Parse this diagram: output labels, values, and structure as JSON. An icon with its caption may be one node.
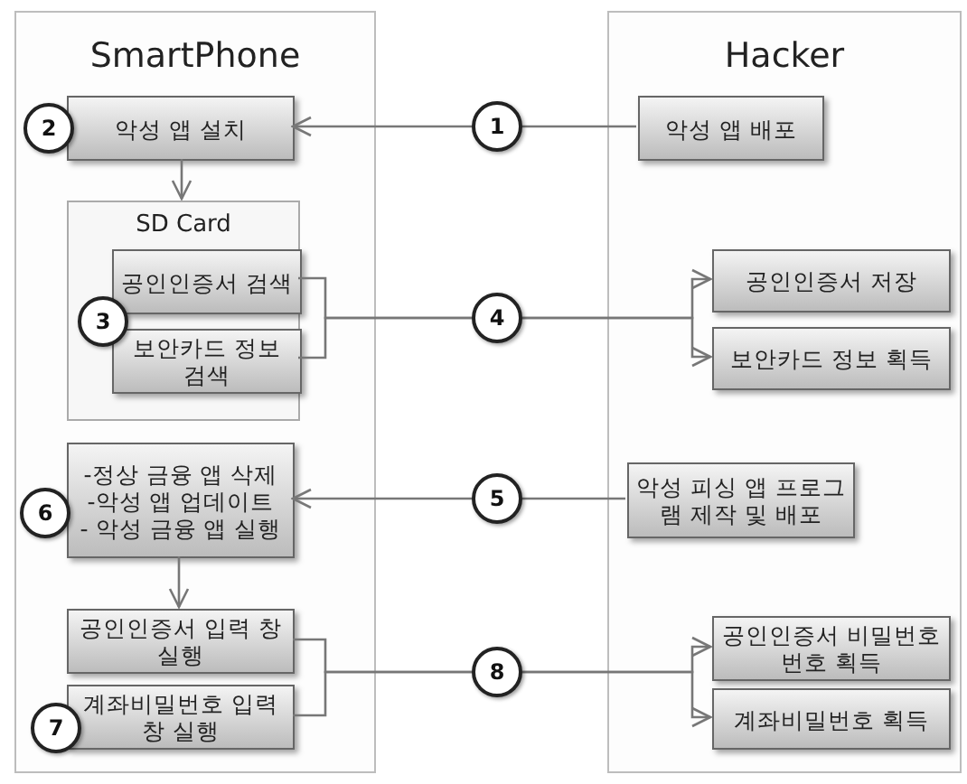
{
  "diagram": {
    "nodes": [
      {
        "text": [
          "SmartPhone"
        ]
      },
      {
        "text": [
          "Hacker"
        ]
      },
      {
        "text": [
          "2"
        ],
        "in": 0
      },
      {
        "text": [
          "악성 앱 설치"
        ],
        "in": 0
      },
      {
        "text": [
          "1"
        ]
      },
      {
        "text": [
          "악성 앱 배포"
        ],
        "in": 1
      },
      {
        "text": [
          "SD Card"
        ],
        "in": 0
      },
      {
        "text": [
          "공인인증서 검색"
        ],
        "in": 6
      },
      {
        "text": [
          "3"
        ],
        "in": 6
      },
      {
        "text": [
          "보안카드 정보 검색"
        ],
        "in": 6
      },
      {
        "text": [
          "4"
        ]
      },
      {
        "text": [
          "공인인증서 저장"
        ],
        "in": 1
      },
      {
        "text": [
          "보안카드 정보 획득"
        ],
        "in": 1
      },
      {
        "text": [
          "6"
        ],
        "in": 0
      },
      {
        "text": [
          "-정상 금융 앱 삭제",
          "-악성 앱 업데이트",
          "- 악성 금융 앱 실행"
        ],
        "in": 0
      },
      {
        "text": [
          "5"
        ]
      },
      {
        "text": [
          "악성 피싱 앱 프로그램 제작 및 배포"
        ],
        "in": 1
      },
      {
        "text": [
          "공인인증서 입력 창 실행"
        ],
        "in": 0
      },
      {
        "text": [
          "7"
        ],
        "in": 0
      },
      {
        "text": [
          "계좌비밀번호 입력 창 실행"
        ],
        "in": 0
      },
      {
        "text": [
          "8"
        ]
      },
      {
        "text": [
          "공인인증서 비밀번호번호 획득"
        ],
        "in": 1
      },
      {
        "text": [
          "계좌비밀번호 획득"
        ],
        "in": 1
      }
    ],
    "edges": [
      {
        "from": 4,
        "to": 3,
        "arrow": "to"
      },
      {
        "from": 5,
        "to": 4,
        "arrow": "none"
      },
      {
        "from": 3,
        "to": 6,
        "arrow": "to"
      },
      {
        "from": 7,
        "to": 10,
        "arrow": "none"
      },
      {
        "from": 9,
        "to": 10,
        "arrow": "none"
      },
      {
        "from": 10,
        "to": 11,
        "arrow": "to"
      },
      {
        "from": 10,
        "to": 12,
        "arrow": "to"
      },
      {
        "from": 15,
        "to": 14,
        "arrow": "to"
      },
      {
        "from": 16,
        "to": 15,
        "arrow": "none"
      },
      {
        "from": 14,
        "to": 17,
        "arrow": "to"
      },
      {
        "from": 17,
        "to": 20,
        "arrow": "none"
      },
      {
        "from": 19,
        "to": 20,
        "arrow": "none"
      },
      {
        "from": 20,
        "to": 21,
        "arrow": "to"
      },
      {
        "from": 20,
        "to": 22,
        "arrow": "to"
      }
    ]
  }
}
